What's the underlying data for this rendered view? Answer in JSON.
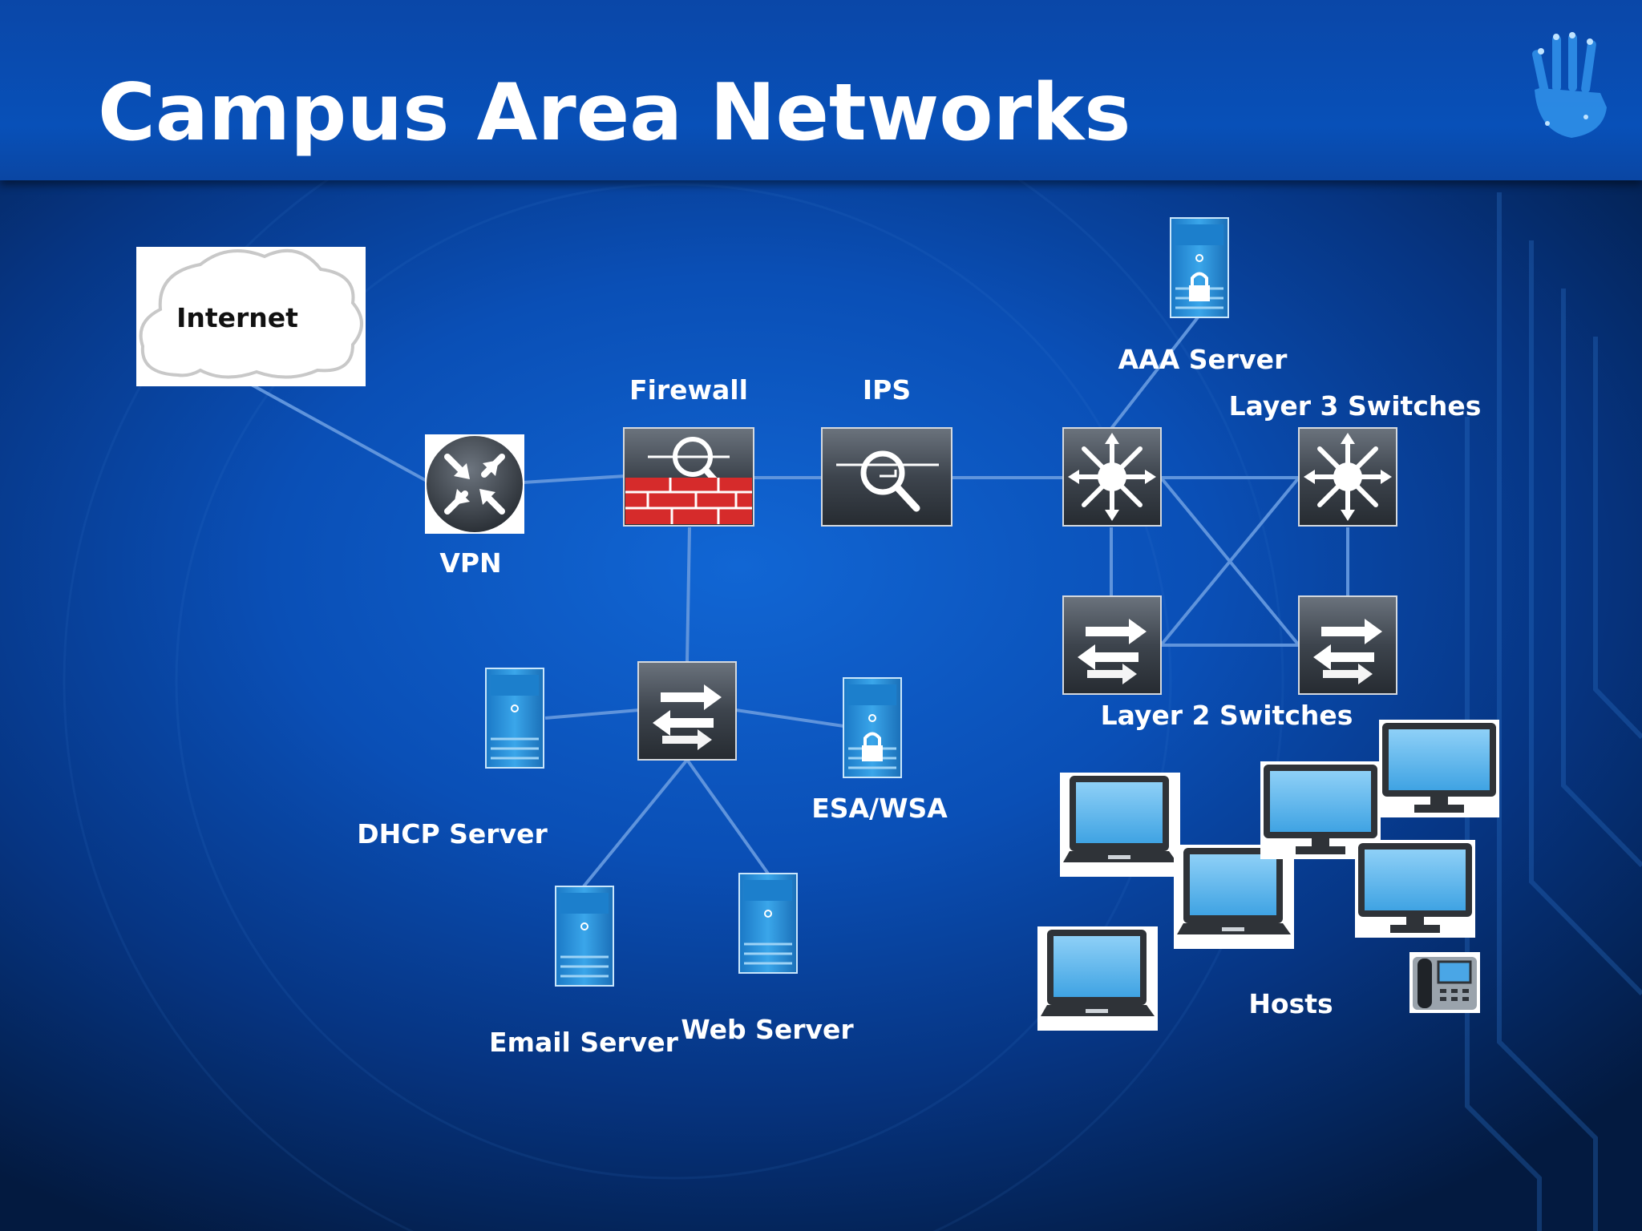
{
  "slide": {
    "title": "Campus Area Networks"
  },
  "labels": {
    "internet": "Internet",
    "vpn": "VPN",
    "firewall": "Firewall",
    "ips": "IPS",
    "aaa": "AAA Server",
    "l3": "Layer 3 Switches",
    "l2": "Layer 2 Switches",
    "dhcp": "DHCP Server",
    "esa": "ESA/WSA",
    "email": "Email Server",
    "web": "Web Server",
    "hosts": "Hosts"
  },
  "icons": [
    "logo-hand-icon",
    "cloud-icon",
    "router-icon",
    "firewall-icon",
    "ips-icon",
    "server-icon",
    "layer3-switch-icon",
    "layer2-switch-icon",
    "laptop-icon",
    "monitor-icon",
    "ip-phone-icon"
  ],
  "colors": {
    "header": "#0850b8",
    "link": "#5f94dc",
    "firewall_red": "#d62b2b",
    "server_blue": "#2a92d8"
  }
}
